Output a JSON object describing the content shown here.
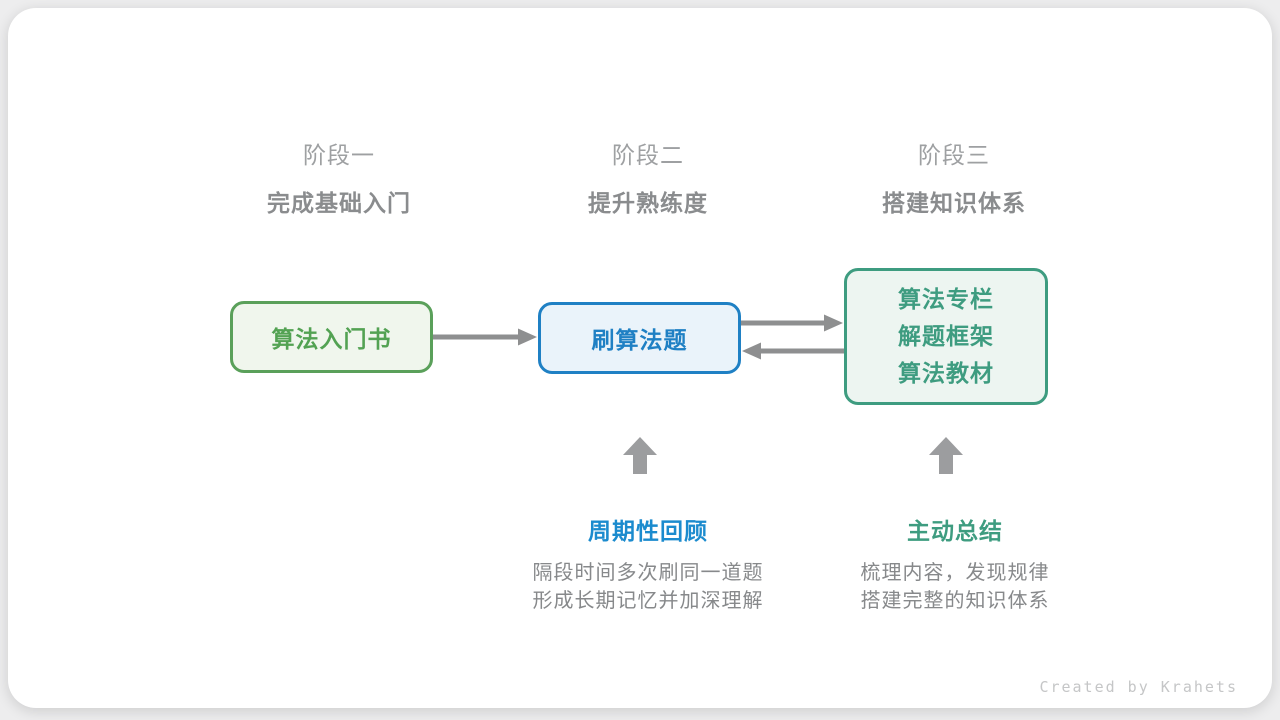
{
  "stages": [
    {
      "title": "阶段一",
      "subtitle": "完成基础入门"
    },
    {
      "title": "阶段二",
      "subtitle": "提升熟练度"
    },
    {
      "title": "阶段三",
      "subtitle": "搭建知识体系"
    }
  ],
  "boxes": [
    {
      "label": "算法入门书"
    },
    {
      "label": "刷算法题"
    },
    {
      "lines": [
        "算法专栏",
        "解题框架",
        "算法教材"
      ]
    }
  ],
  "notes": [
    {
      "title": "周期性回顾",
      "lines": [
        "隔段时间多次刷同一道题",
        "形成长期记忆并加深理解"
      ]
    },
    {
      "title": "主动总结",
      "lines": [
        "梳理内容，发现规律",
        "搭建完整的知识体系"
      ]
    }
  ],
  "footer": {
    "credit": "Created by Krahets"
  },
  "colors": {
    "green_text": "#53a253",
    "green_border": "#5aa05a",
    "green_bg": "#f0f6ed",
    "blue_text": "#1f80c4",
    "blue_bg": "#eaf3fa",
    "teal_text": "#3e9c80",
    "teal_bg": "#edf5f1",
    "note_blue": "#1b8bce",
    "note_teal": "#3e9c80",
    "stage_title_gray": "#9ea0a2",
    "stage_subtitle_gray": "#8a8c8e",
    "desc_gray": "#87898b",
    "arrow_gray": "#8e8f90",
    "up_arrow_gray": "#9c9d9f",
    "credit_gray": "#c5c6c7",
    "card_bg": "#ffffff",
    "page_bg": "#ededee"
  }
}
